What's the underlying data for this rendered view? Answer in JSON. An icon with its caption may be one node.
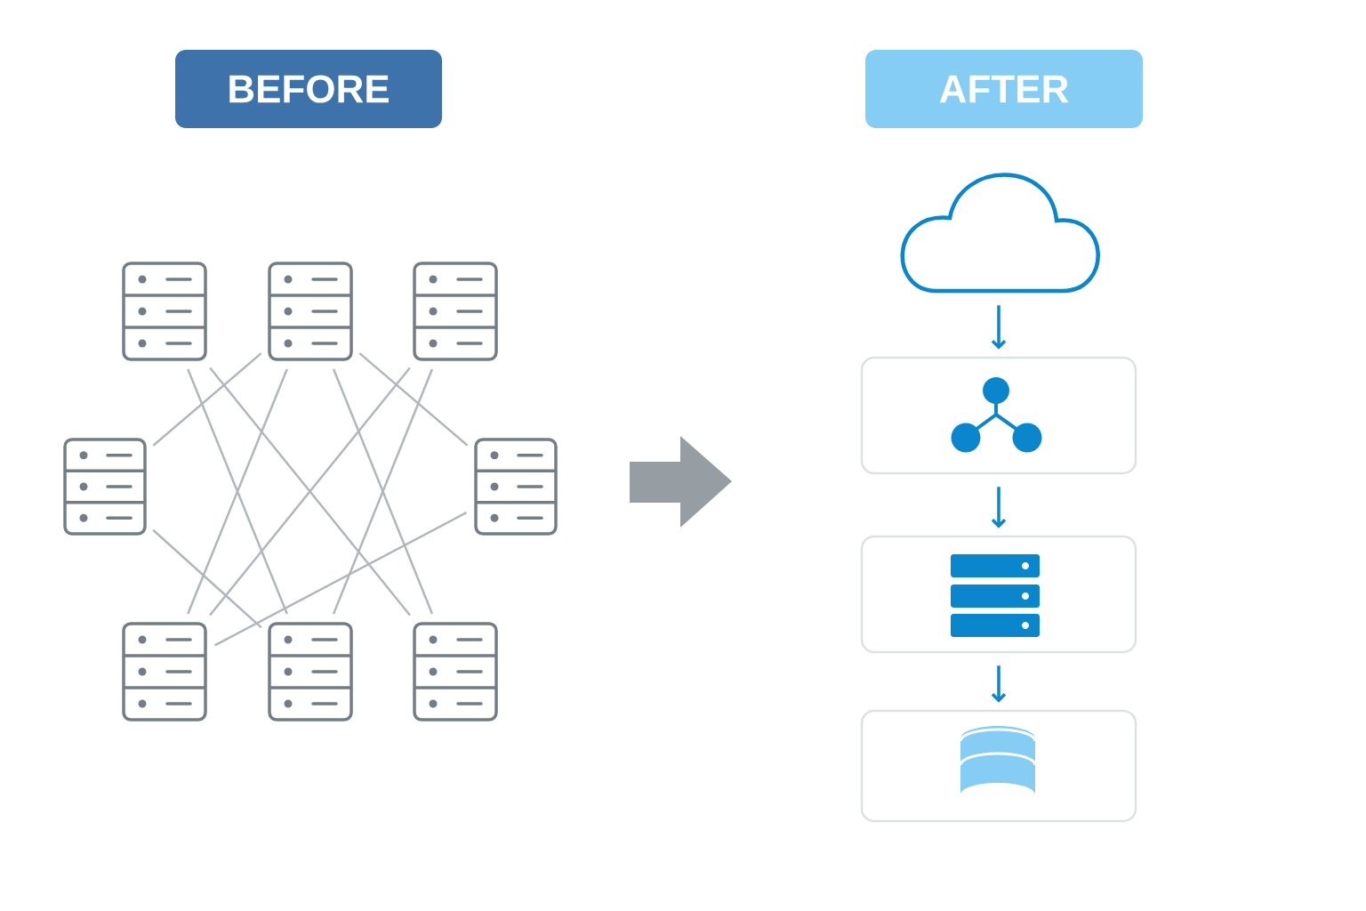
{
  "diagram": {
    "nodes": [
      {
        "text": [
          "BEFORE"
        ]
      },
      {
        "text": [
          "AFTER"
        ]
      },
      {
        "text": [],
        "shape": "server"
      },
      {
        "text": [],
        "shape": "server"
      },
      {
        "text": [],
        "shape": "server"
      },
      {
        "text": [],
        "shape": "server"
      },
      {
        "text": [],
        "shape": "server"
      },
      {
        "text": [],
        "shape": "server"
      },
      {
        "text": [],
        "shape": "server"
      },
      {
        "text": [],
        "shape": "server"
      },
      {
        "text": [],
        "shape": "cloud"
      },
      {
        "text": [],
        "shape": "box"
      },
      {
        "text": [],
        "shape": "box"
      },
      {
        "text": [],
        "shape": "box"
      }
    ],
    "edges": [
      {
        "from": 2,
        "to": 8,
        "arrow": "none"
      },
      {
        "from": 2,
        "to": 9,
        "arrow": "none"
      },
      {
        "from": 3,
        "to": 5,
        "arrow": "none"
      },
      {
        "from": 3,
        "to": 7,
        "arrow": "none"
      },
      {
        "from": 3,
        "to": 6,
        "arrow": "none"
      },
      {
        "from": 3,
        "to": 9,
        "arrow": "none"
      },
      {
        "from": 4,
        "to": 7,
        "arrow": "none"
      },
      {
        "from": 4,
        "to": 8,
        "arrow": "none"
      },
      {
        "from": 5,
        "to": 8,
        "arrow": "none"
      },
      {
        "from": 6,
        "to": 7,
        "arrow": "none"
      },
      {
        "from": 10,
        "to": 11,
        "arrow": "to",
        "color": "#0a86cc"
      },
      {
        "from": 11,
        "to": 12,
        "arrow": "to",
        "color": "#0a86cc"
      },
      {
        "from": 12,
        "to": 13,
        "arrow": "to",
        "color": "#0a86cc"
      }
    ]
  }
}
